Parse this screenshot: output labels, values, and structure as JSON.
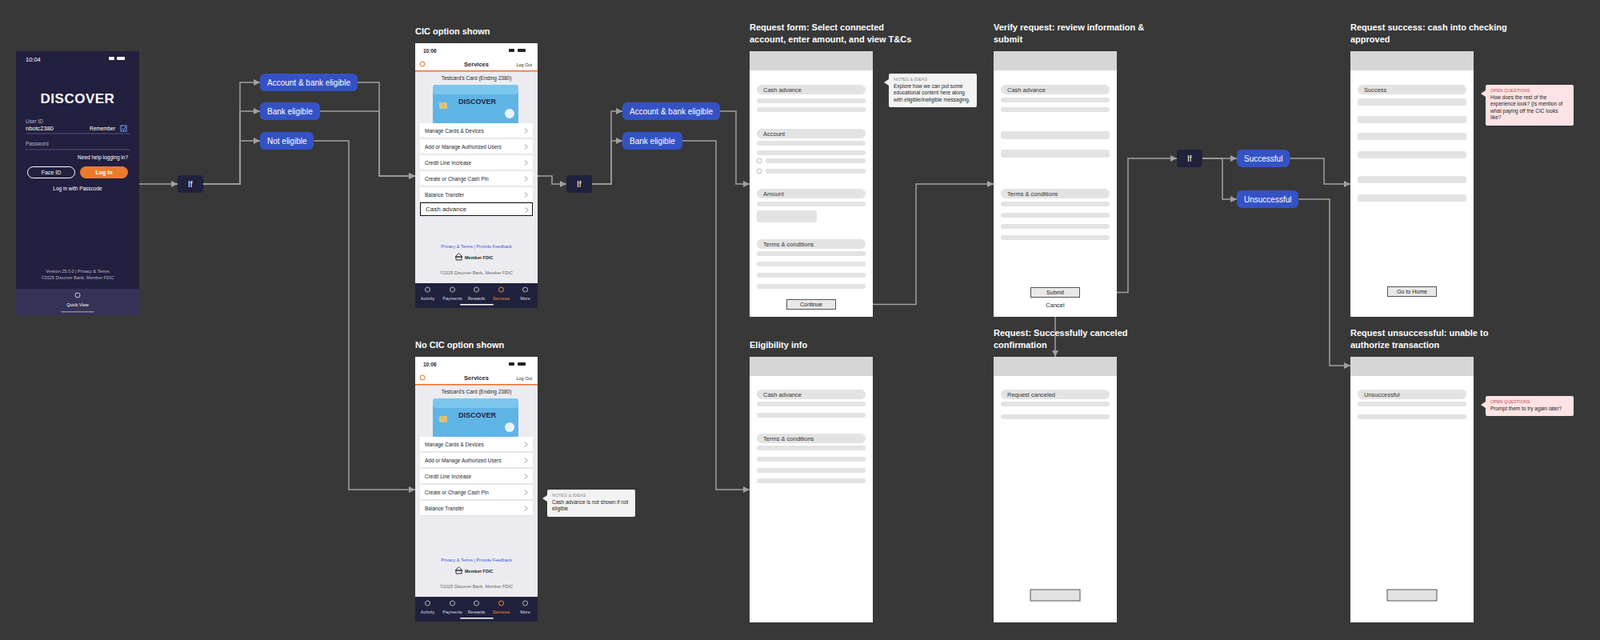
{
  "diagram": {
    "nodes": [
      {
        "text": [
          "10:04",
          "DISCOVER",
          "User ID",
          "nbotc2380",
          "Remember",
          "Password",
          "Need help logging in?",
          "Log in with Passcode",
          "Version 25.0.0 | Privacy & Terms",
          "©2025 Discover Bank, Member FDIC",
          "Quick View"
        ]
      },
      {
        "text": [
          "Face ID"
        ],
        "in": 0
      },
      {
        "text": [
          "Log In"
        ],
        "in": 0
      },
      {
        "text": [
          "If"
        ]
      },
      {
        "text": [
          "Account & bank eligible"
        ]
      },
      {
        "text": [
          "Bank eligible"
        ]
      },
      {
        "text": [
          "Not eligible"
        ]
      },
      {
        "text": [
          "CIC option shown",
          "10:06",
          "Services",
          "Log Out",
          "Testcard's Card (Ending 2380)",
          "DISCOVER",
          "Privacy & Terms | Provide Feedback",
          "Member FDIC",
          "©2025 Discover Bank, Member FDIC",
          "Activity",
          "Payments",
          "Rewards",
          "Services",
          "More"
        ]
      },
      {
        "text": [
          "Manage Cards & Devices"
        ],
        "in": 7
      },
      {
        "text": [
          "Add or Manage Authorized Users"
        ],
        "in": 7
      },
      {
        "text": [
          "Credit Line Increase"
        ],
        "in": 7
      },
      {
        "text": [
          "Create or Change Cash Pin"
        ],
        "in": 7
      },
      {
        "text": [
          "Balance Transfer"
        ],
        "in": 7
      },
      {
        "text": [
          "Cash advance"
        ],
        "in": 7
      },
      {
        "text": [
          "No CIC option shown",
          "10:06",
          "Services",
          "Log Out",
          "Testcard's Card (Ending 2380)",
          "DISCOVER",
          "Privacy & Terms | Provide Feedback",
          "Member FDIC",
          "©2025 Discover Bank, Member FDIC",
          "Activity",
          "Payments",
          "Rewards",
          "Services",
          "More"
        ]
      },
      {
        "text": [
          "Manage Cards & Devices"
        ],
        "in": 14
      },
      {
        "text": [
          "Add or Manage Authorized Users"
        ],
        "in": 14
      },
      {
        "text": [
          "Credit Line Increase"
        ],
        "in": 14
      },
      {
        "text": [
          "Create or Change Cash Pin"
        ],
        "in": 14
      },
      {
        "text": [
          "Balance Transfer"
        ],
        "in": 14
      },
      {
        "text": [
          "NOTES & IDEAS",
          "Cash advance is not shown if not eligible"
        ]
      },
      {
        "text": [
          "If"
        ]
      },
      {
        "text": [
          "Account & bank eligible"
        ]
      },
      {
        "text": [
          "Bank eligible"
        ]
      },
      {
        "text": [
          "Request form: Select connected account, enter amount, and view T&Cs"
        ]
      },
      {
        "text": [
          "Cash advance"
        ],
        "in": 24
      },
      {
        "text": [
          "Account"
        ],
        "in": 24
      },
      {
        "text": [
          "Amount"
        ],
        "in": 24
      },
      {
        "text": [
          "Terms & conditions"
        ],
        "in": 24
      },
      {
        "text": [
          "Continue"
        ],
        "in": 24
      },
      {
        "text": [
          "NOTES & IDEAS",
          "Explore how we can put some educational content here along with eligible/ineligible messaging."
        ]
      },
      {
        "text": [
          "Eligibility info"
        ]
      },
      {
        "text": [
          "Cash advance"
        ],
        "in": 31
      },
      {
        "text": [
          "Terms & conditions"
        ],
        "in": 31
      },
      {
        "text": [
          "Verify request: review information & submit",
          "Cancel"
        ]
      },
      {
        "text": [
          "Cash advance"
        ],
        "in": 34
      },
      {
        "text": [
          "Terms & conditions"
        ],
        "in": 34
      },
      {
        "text": [
          "Submit"
        ],
        "in": 34
      },
      {
        "text": [
          "Request: Successfully canceled confirmation"
        ]
      },
      {
        "text": [
          "Request canceled"
        ],
        "in": 38
      },
      {
        "text": [
          "If"
        ]
      },
      {
        "text": [
          "Successful"
        ]
      },
      {
        "text": [
          "Unsuccessful"
        ]
      },
      {
        "text": [
          "Request success: cash into checking approved"
        ]
      },
      {
        "text": [
          "Success"
        ],
        "in": 43
      },
      {
        "text": [
          "Go to Home"
        ],
        "in": 43
      },
      {
        "text": [
          "OPEN QUESTIONS",
          "How does the rest of the experience look? (Is mention of what paying off the CIC looks like?"
        ]
      },
      {
        "text": [
          "Request unsuccessful: unable to authorize transaction"
        ]
      },
      {
        "text": [
          "Unsuccessful"
        ],
        "in": 47
      },
      {
        "text": [
          "OPEN QUESTIONS",
          "Prompt them to try again later?"
        ]
      }
    ],
    "edges": [
      {
        "from": 0,
        "to": 3,
        "arrow": "to"
      },
      {
        "from": 3,
        "to": 4,
        "arrow": "to"
      },
      {
        "from": 3,
        "to": 5,
        "arrow": "to"
      },
      {
        "from": 3,
        "to": 6,
        "arrow": "to"
      },
      {
        "from": 4,
        "to": 7,
        "arrow": "to"
      },
      {
        "from": 5,
        "to": 7,
        "arrow": "to"
      },
      {
        "from": 6,
        "to": 14,
        "arrow": "to"
      },
      {
        "from": 7,
        "to": 21,
        "arrow": "to"
      },
      {
        "from": 21,
        "to": 22,
        "arrow": "to"
      },
      {
        "from": 21,
        "to": 23,
        "arrow": "to"
      },
      {
        "from": 22,
        "to": 24,
        "arrow": "to"
      },
      {
        "from": 23,
        "to": 31,
        "arrow": "to"
      },
      {
        "from": 29,
        "to": 34,
        "arrow": "to"
      },
      {
        "from": 37,
        "to": 40,
        "arrow": "to"
      },
      {
        "from": 34,
        "to": 38,
        "arrow": "to"
      },
      {
        "from": 40,
        "to": 41,
        "arrow": "to"
      },
      {
        "from": 40,
        "to": 42,
        "arrow": "to"
      },
      {
        "from": 41,
        "to": 43,
        "arrow": "to"
      },
      {
        "from": 42,
        "to": 47,
        "arrow": "to"
      }
    ]
  }
}
